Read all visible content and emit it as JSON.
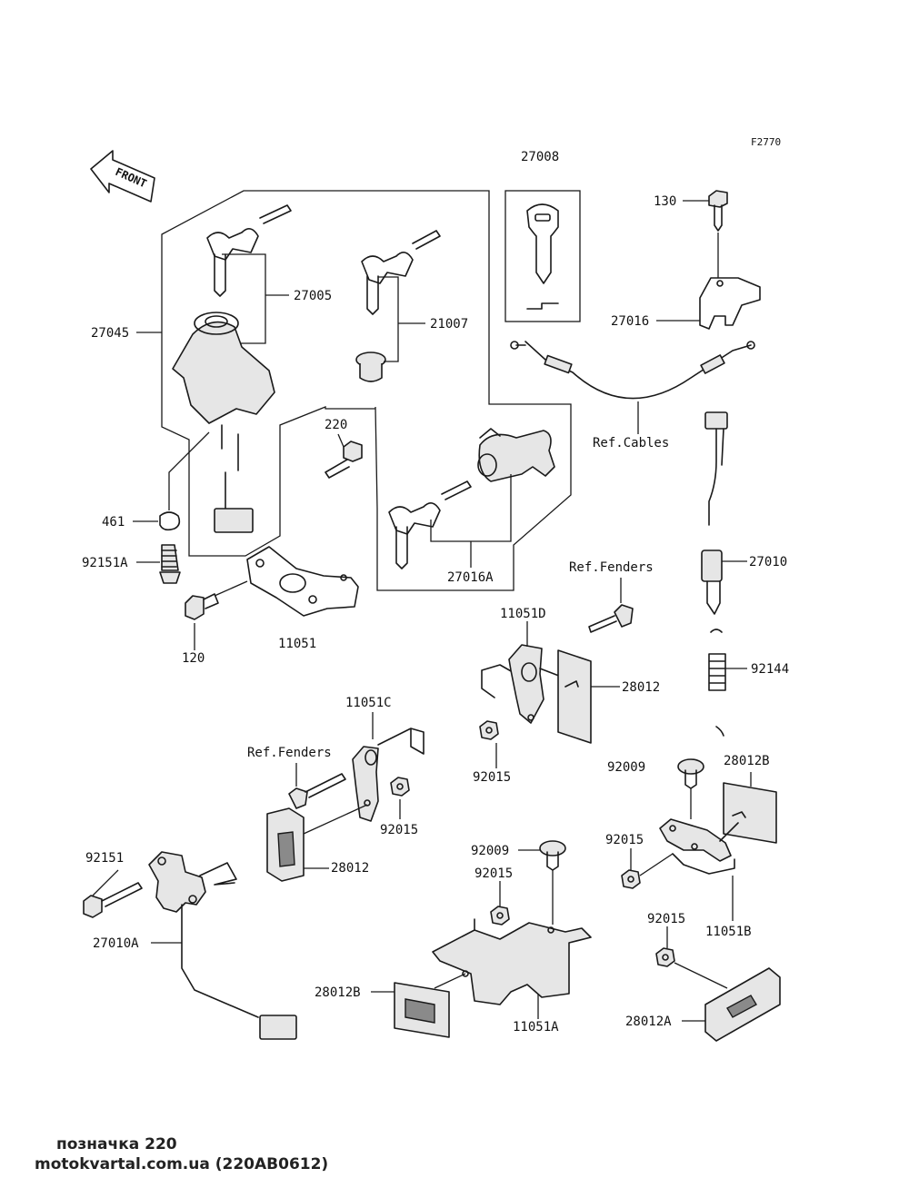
{
  "figure_code": "F2770",
  "direction_label": "FRONT",
  "parts": {
    "key_27008": "27008",
    "bolt_130": "130",
    "bracket_27016": "27016",
    "ref_cables": "Ref.Cables",
    "switch_27010": "27010",
    "spring_92144": "92144",
    "ignition_27045": "27045",
    "ignition_27005": "27005",
    "cap_21007": "21007",
    "bolt_220": "220",
    "clip_461": "461",
    "bolt_92151A": "92151A",
    "bolt_120": "120",
    "plate_11051": "11051",
    "lock_27016A": "27016A",
    "ref_fenders_1": "Ref.Fenders",
    "bracket_11051D": "11051D",
    "reflector_28012_a": "28012",
    "nut_92015_a": "92015",
    "bracket_11051C": "11051C",
    "ref_fenders_2": "Ref.Fenders",
    "nut_92015_b": "92015",
    "reflector_28012_b": "28012",
    "screw_92009_a": "92009",
    "reflector_28012B_right": "28012B",
    "nut_92015_c": "92015",
    "bracket_11051B": "11051B",
    "bolt_92151": "92151",
    "switch_27010A": "27010A",
    "screw_92009_b": "92009",
    "nut_92015_d": "92015",
    "reflector_28012B_left": "28012B",
    "bracket_11051A": "11051A",
    "nut_92015_e": "92015",
    "reflector_28012A": "28012A"
  },
  "footer": {
    "line1": "позначка 220",
    "line2": "motokvartal.com.ua (220AB0612)"
  }
}
